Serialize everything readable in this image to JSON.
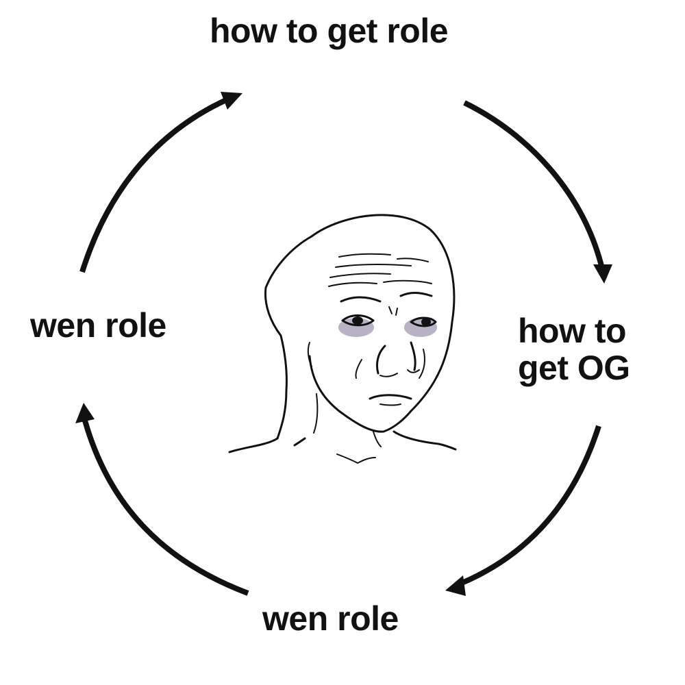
{
  "cycle": {
    "top_label": "how to get role",
    "right_label_line1": "how to",
    "right_label_line2": "get OG",
    "bottom_label": "wen role",
    "left_label": "wen role"
  },
  "center_image": {
    "icon": "sad-wojak-face-icon"
  },
  "colors": {
    "ink": "#111111",
    "background": "#ffffff",
    "eye_shadow": "#7b7496"
  }
}
